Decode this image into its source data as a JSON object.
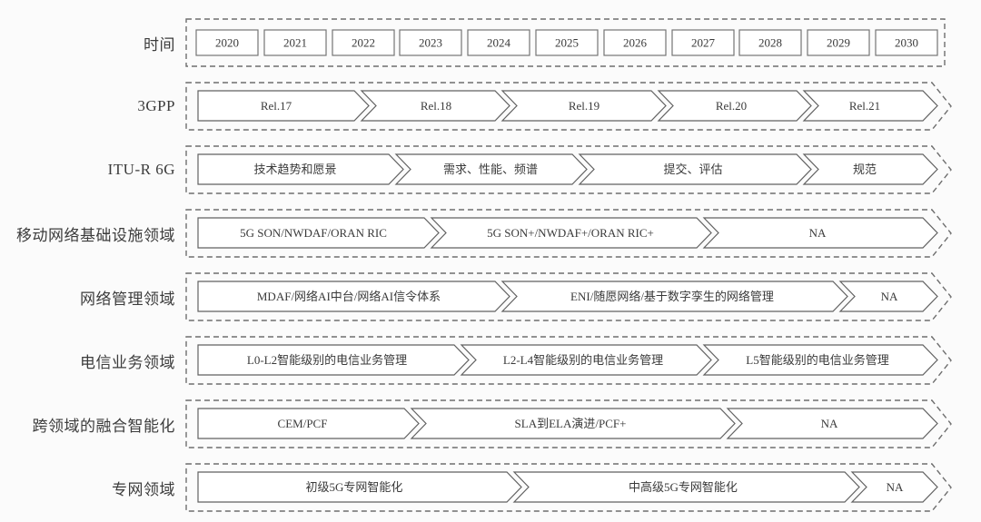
{
  "diagram": {
    "colors": {
      "background": "#fbfbfb",
      "outline": "#6e6e6e",
      "segment_fill": "#ffffff",
      "text": "#3a3a3a"
    },
    "rows": [
      {
        "label": "时间",
        "items": [
          "2020",
          "2021",
          "2022",
          "2023",
          "2024",
          "2025",
          "2026",
          "2027",
          "2028",
          "2029",
          "2030"
        ]
      },
      {
        "label": "3GPP",
        "segments": [
          "Rel.17",
          "Rel.18",
          "Rel.19",
          "Rel.20",
          "Rel.21"
        ]
      },
      {
        "label": "ITU-R 6G",
        "segments": [
          "技术趋势和愿景",
          "需求、性能、频谱",
          "提交、评估",
          "规范"
        ]
      },
      {
        "label": "移动网络基础设施领域",
        "segments": [
          "5G SON/NWDAF/ORAN RIC",
          "5G SON+/NWDAF+/ORAN RIC+",
          "NA"
        ]
      },
      {
        "label": "网络管理领域",
        "segments": [
          "MDAF/网络AI中台/网络AI信令体系",
          "ENI/随愿网络/基于数字孪生的网络管理",
          "NA"
        ]
      },
      {
        "label": "电信业务领域",
        "segments": [
          "L0-L2智能级别的电信业务管理",
          "L2-L4智能级别的电信业务管理",
          "L5智能级别的电信业务管理"
        ]
      },
      {
        "label": "跨领域的融合智能化",
        "segments": [
          "CEM/PCF",
          "SLA到ELA演进/PCF+",
          "NA"
        ]
      },
      {
        "label": "专网领域",
        "segments": [
          "初级5G专网智能化",
          "中高级5G专网智能化",
          "NA"
        ]
      }
    ]
  }
}
